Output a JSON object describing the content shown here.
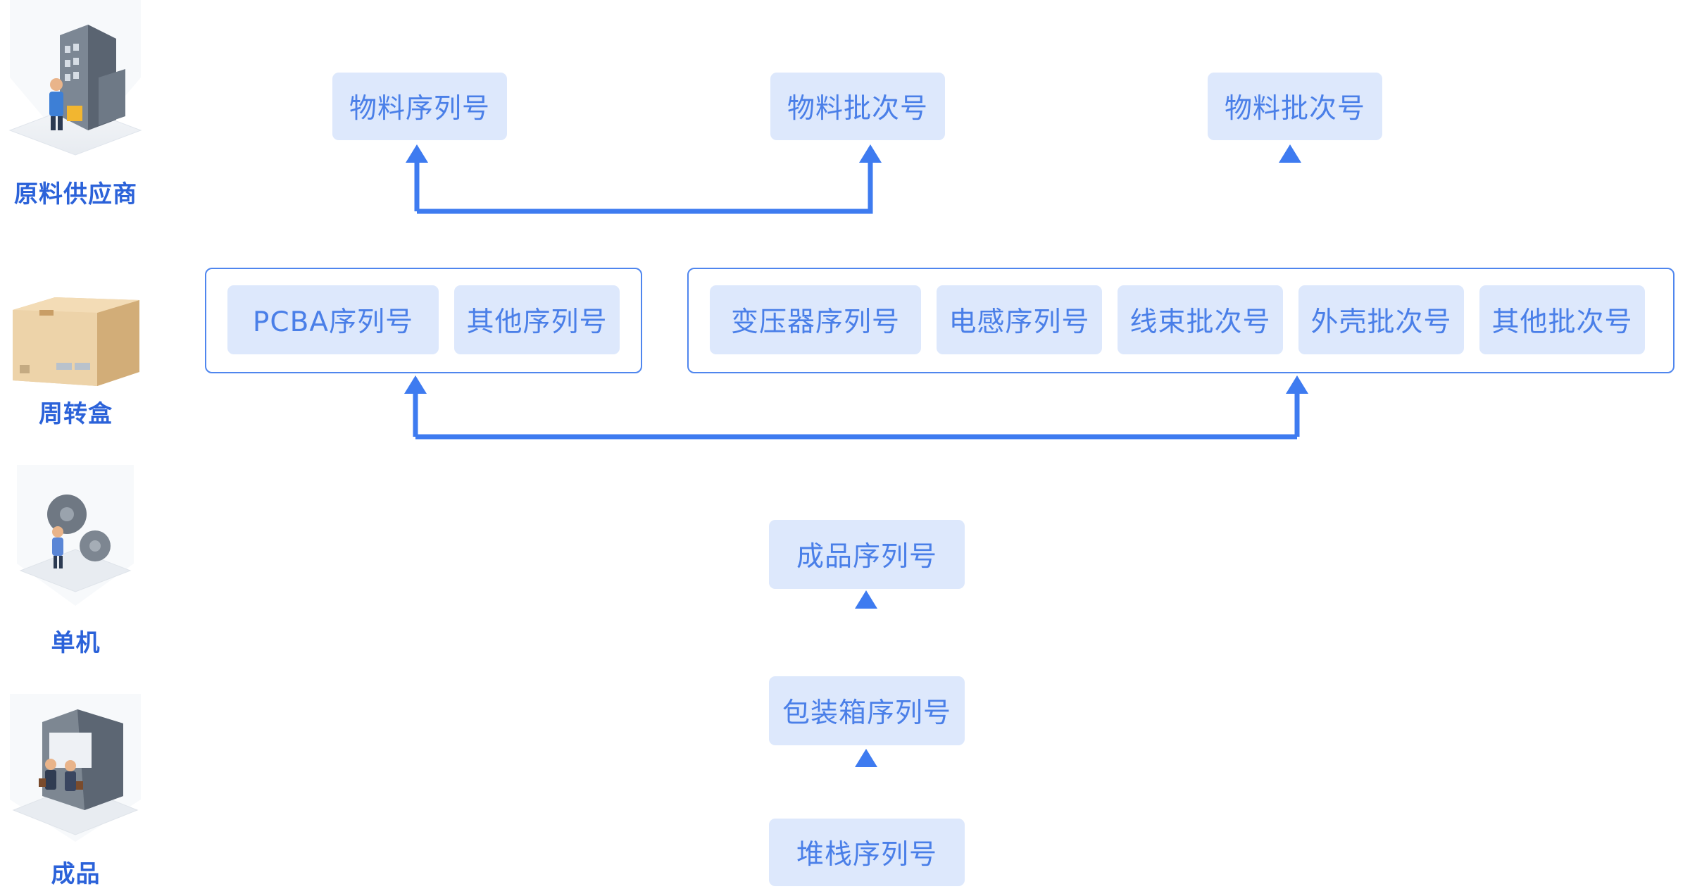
{
  "tiers": [
    {
      "label": "原料供应商",
      "icon": "building-worker-icon"
    },
    {
      "label": "周转盒",
      "icon": "cardboard-box-icon"
    },
    {
      "label": "单机",
      "icon": "gear-mechanic-icon"
    },
    {
      "label": "成品",
      "icon": "handshake-machine-icon"
    }
  ],
  "diagram": {
    "top_nodes": [
      "物料序列号",
      "物料批次号",
      "物料批次号"
    ],
    "left_group": [
      "PCBA序列号",
      "其他序列号"
    ],
    "right_group": [
      "变压器序列号",
      "电感序列号",
      "线束批次号",
      "外壳批次号",
      "其他批次号"
    ],
    "finished_serial": "成品序列号",
    "package_serial": "包装箱序列号",
    "pallet_serial": "堆栈序列号"
  },
  "colors": {
    "accent": "#3e7bf0",
    "node_fill": "#dde8fc",
    "node_text": "#4a7fe8",
    "tier_label": "#2b62d9"
  }
}
